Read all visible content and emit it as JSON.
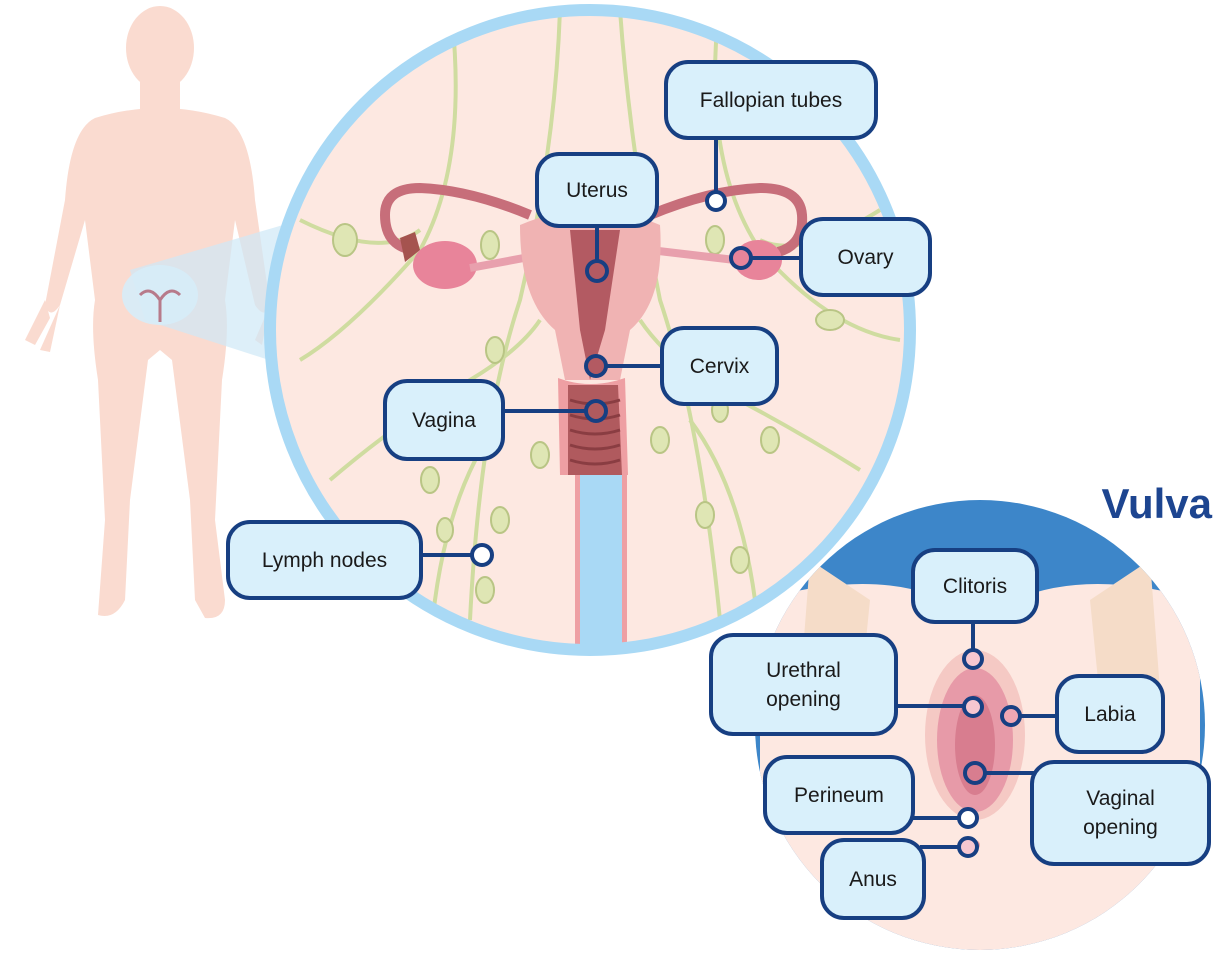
{
  "title": "Vulva",
  "labels": {
    "fallopian_tubes": "Fallopian tubes",
    "uterus": "Uterus",
    "ovary": "Ovary",
    "cervix": "Cervix",
    "vagina": "Vagina",
    "lymph_nodes": "Lymph nodes",
    "clitoris": "Clitoris",
    "urethral_opening": "Urethral\nopening",
    "labia": "Labia",
    "perineum": "Perineum",
    "vaginal_opening": "Vaginal\nopening",
    "anus": "Anus"
  },
  "colors": {
    "label_fill": "#d9f0fb",
    "label_border": "#173f82",
    "title": "#1d4590",
    "body_silhouette": "#fadbd0",
    "circle_border": "#a9d9f5",
    "vulva_circle_border": "#3d86c9"
  }
}
